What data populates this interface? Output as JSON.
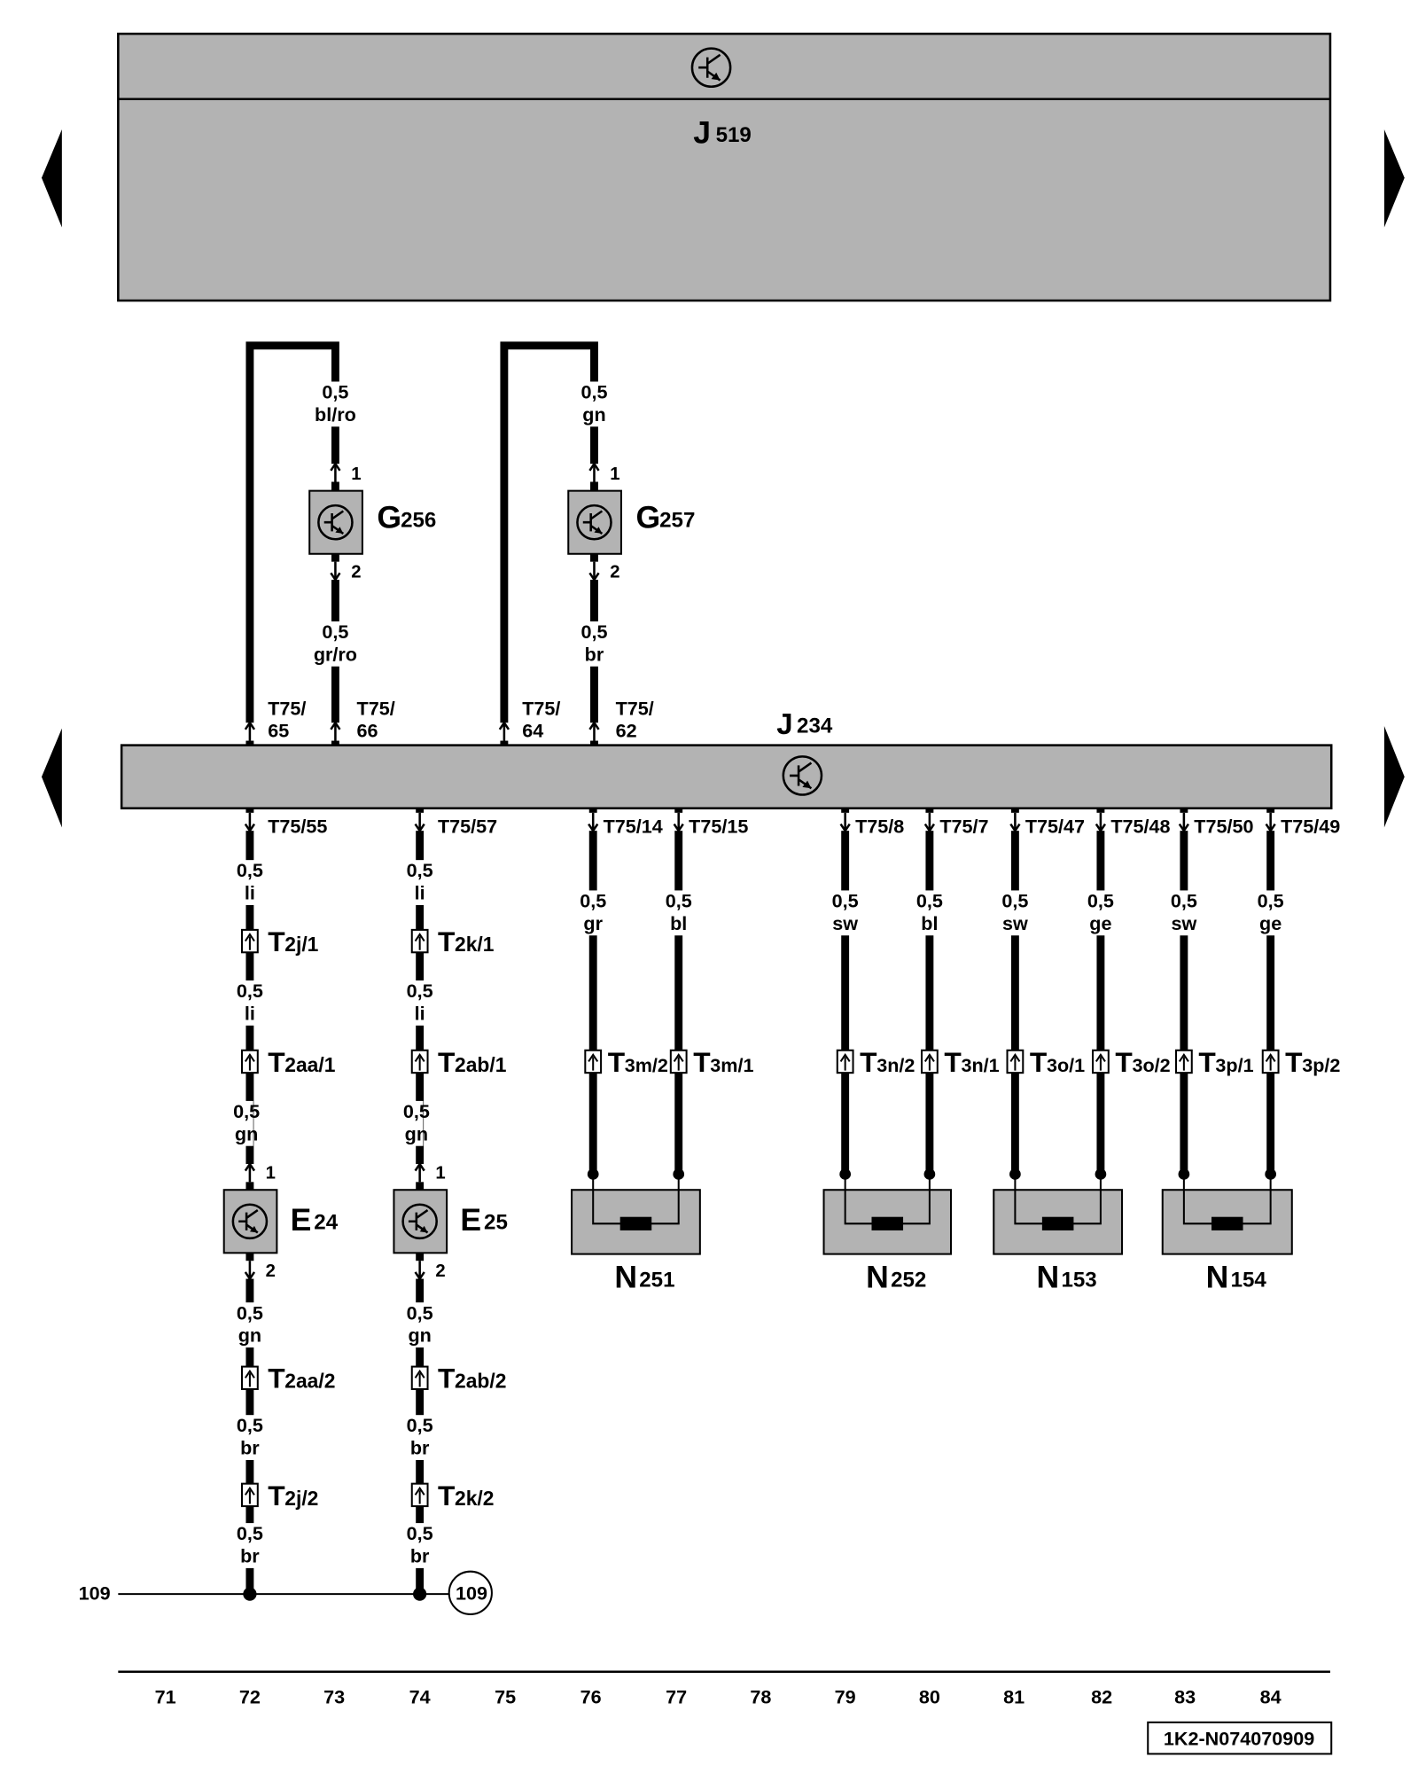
{
  "colors": {
    "component_fill": "#b3b3b3",
    "line": "#000000",
    "background": "#ffffff"
  },
  "control_units": {
    "top": {
      "letter": "J",
      "number": "519",
      "icon": "electronic-circuit-icon"
    },
    "main": {
      "letter": "J",
      "number": "234",
      "icon": "electronic-circuit-icon"
    }
  },
  "sensors": [
    {
      "letter": "G",
      "number": "256",
      "pin_in": "1",
      "pin_out": "2",
      "wire_in": {
        "size": "0,5",
        "color": "bl/ro"
      },
      "wire_out": {
        "size": "0,5",
        "color": "gr/ro"
      },
      "return_terminal": {
        "line1": "T75/",
        "line2": "65"
      },
      "signal_terminal": {
        "line1": "T75/",
        "line2": "66"
      }
    },
    {
      "letter": "G",
      "number": "257",
      "pin_in": "1",
      "pin_out": "2",
      "wire_in": {
        "size": "0,5",
        "color": "gn"
      },
      "wire_out": {
        "size": "0,5",
        "color": "br"
      },
      "return_terminal": {
        "line1": "T75/",
        "line2": "64"
      },
      "signal_terminal": {
        "line1": "T75/",
        "line2": "62"
      }
    }
  ],
  "switches": [
    {
      "letter": "E",
      "number": "24",
      "pin_in": "1",
      "pin_out": "2",
      "terminal": "T75/55",
      "segments": [
        {
          "size": "0,5",
          "color": "li"
        },
        {
          "size": "0,5",
          "color": "li"
        },
        {
          "size": "0,5",
          "color": "gn"
        },
        {
          "size": "0,5",
          "color": "gn"
        },
        {
          "size": "0,5",
          "color": "br"
        },
        {
          "size": "0,5",
          "color": "br"
        }
      ],
      "connectors": [
        {
          "letter": "T",
          "code": "2j/1"
        },
        {
          "letter": "T",
          "code": "2aa/1"
        },
        {
          "letter": "T",
          "code": "2aa/2"
        },
        {
          "letter": "T",
          "code": "2j/2"
        }
      ]
    },
    {
      "letter": "E",
      "number": "25",
      "pin_in": "1",
      "pin_out": "2",
      "terminal": "T75/57",
      "segments": [
        {
          "size": "0,5",
          "color": "li"
        },
        {
          "size": "0,5",
          "color": "li"
        },
        {
          "size": "0,5",
          "color": "gn"
        },
        {
          "size": "0,5",
          "color": "gn"
        },
        {
          "size": "0,5",
          "color": "br"
        },
        {
          "size": "0,5",
          "color": "br"
        }
      ],
      "connectors": [
        {
          "letter": "T",
          "code": "2k/1"
        },
        {
          "letter": "T",
          "code": "2ab/1"
        },
        {
          "letter": "T",
          "code": "2ab/2"
        },
        {
          "letter": "T",
          "code": "2k/2"
        }
      ]
    }
  ],
  "valves": [
    {
      "letter": "N",
      "number": "251",
      "wires": [
        {
          "terminal": "T75/14",
          "size": "0,5",
          "color": "gr",
          "connector": {
            "letter": "T",
            "code": "3m/2"
          }
        },
        {
          "terminal": "T75/15",
          "size": "0,5",
          "color": "bl",
          "connector": {
            "letter": "T",
            "code": "3m/1"
          }
        }
      ]
    },
    {
      "letter": "N",
      "number": "252",
      "wires": [
        {
          "terminal": "T75/8",
          "size": "0,5",
          "color": "sw",
          "connector": {
            "letter": "T",
            "code": "3n/2"
          }
        },
        {
          "terminal": "T75/7",
          "size": "0,5",
          "color": "bl",
          "connector": {
            "letter": "T",
            "code": "3n/1"
          }
        }
      ]
    },
    {
      "letter": "N",
      "number": "153",
      "wires": [
        {
          "terminal": "T75/47",
          "size": "0,5",
          "color": "sw",
          "connector": {
            "letter": "T",
            "code": "3o/1"
          }
        },
        {
          "terminal": "T75/48",
          "size": "0,5",
          "color": "ge",
          "connector": {
            "letter": "T",
            "code": "3o/2"
          }
        }
      ]
    },
    {
      "letter": "N",
      "number": "154",
      "wires": [
        {
          "terminal": "T75/50",
          "size": "0,5",
          "color": "sw",
          "connector": {
            "letter": "T",
            "code": "3p/1"
          }
        },
        {
          "terminal": "T75/49",
          "size": "0,5",
          "color": "ge",
          "connector": {
            "letter": "T",
            "code": "3p/2"
          }
        }
      ]
    }
  ],
  "ground": {
    "track_label": "109",
    "reference_label": "109"
  },
  "current_tracks": [
    "71",
    "72",
    "73",
    "74",
    "75",
    "76",
    "77",
    "78",
    "79",
    "80",
    "81",
    "82",
    "83",
    "84"
  ],
  "document_id": "1K2-N074070909"
}
